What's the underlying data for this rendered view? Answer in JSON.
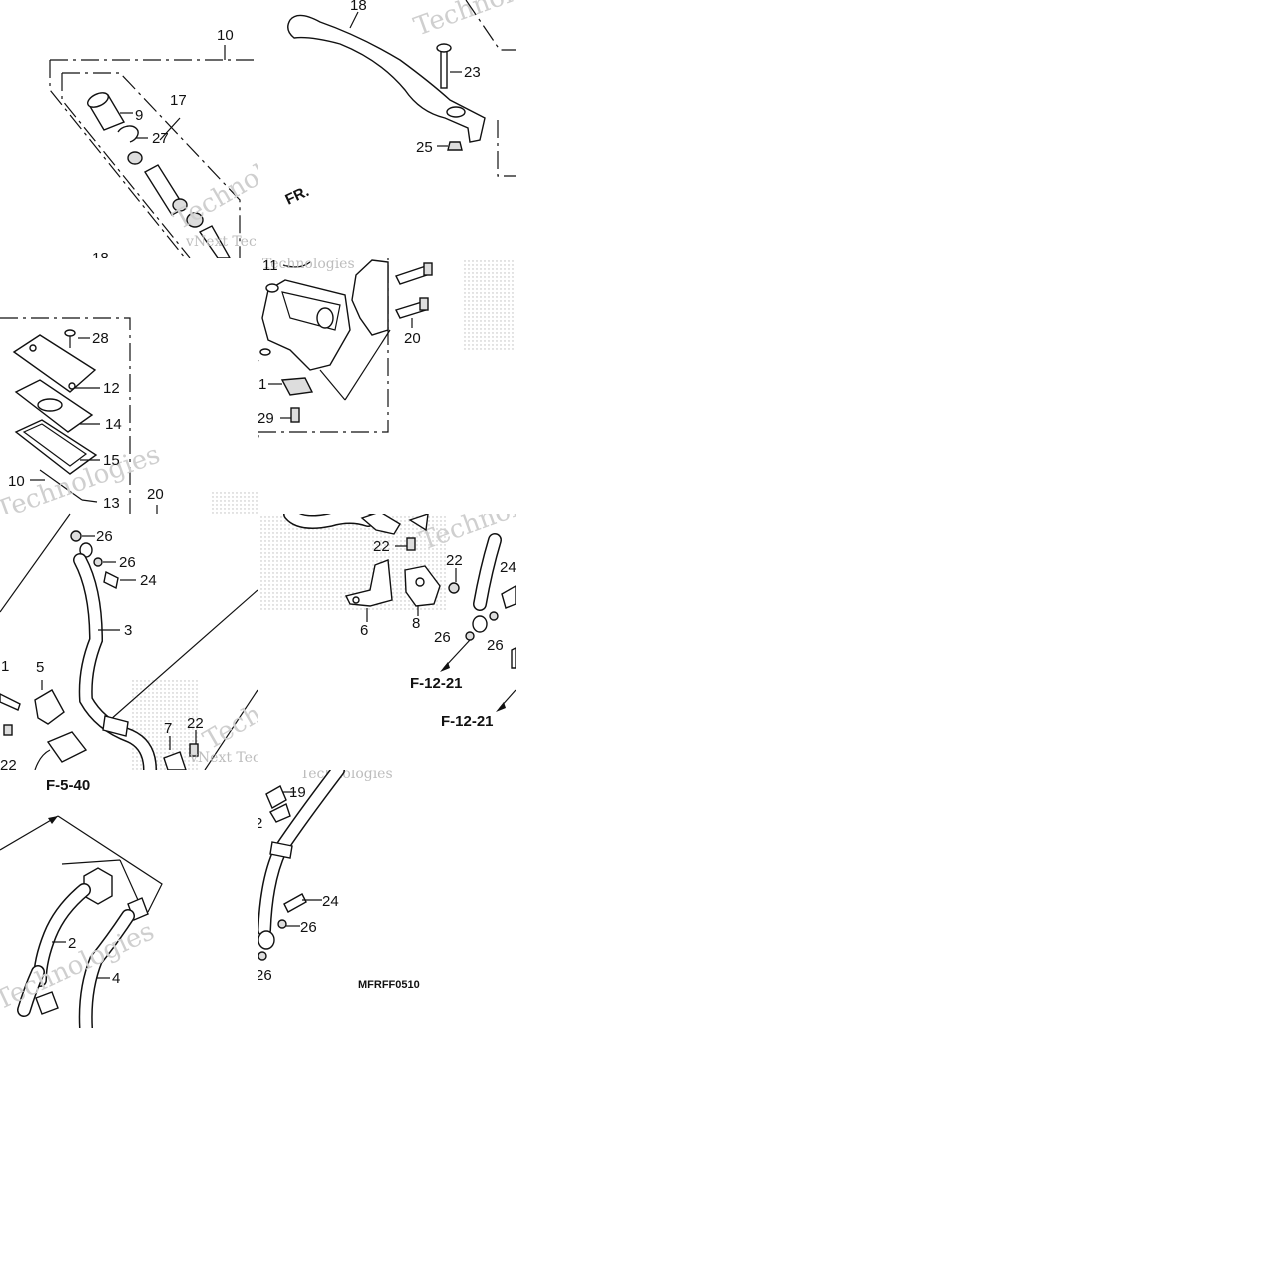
{
  "diagram": {
    "code": "MFRFF0510",
    "watermark_text": "Technologies",
    "watermark_short": "vNext Tec",
    "arrow_label": "FR.",
    "references": [
      "F-12-21",
      "F-12-21",
      "F-5-40"
    ],
    "callouts": [
      "10",
      "18",
      "23",
      "25",
      "9",
      "27",
      "17",
      "18",
      "11",
      "20",
      "28",
      "12",
      "14",
      "15",
      "10",
      "13",
      "20",
      "1",
      "2",
      "29",
      "26",
      "26",
      "24",
      "3",
      "1",
      "5",
      "22",
      "7",
      "22",
      "22",
      "22",
      "24",
      "6",
      "8",
      "26",
      "26",
      "19",
      "24",
      "26",
      "26",
      "2",
      "4",
      "2"
    ]
  }
}
